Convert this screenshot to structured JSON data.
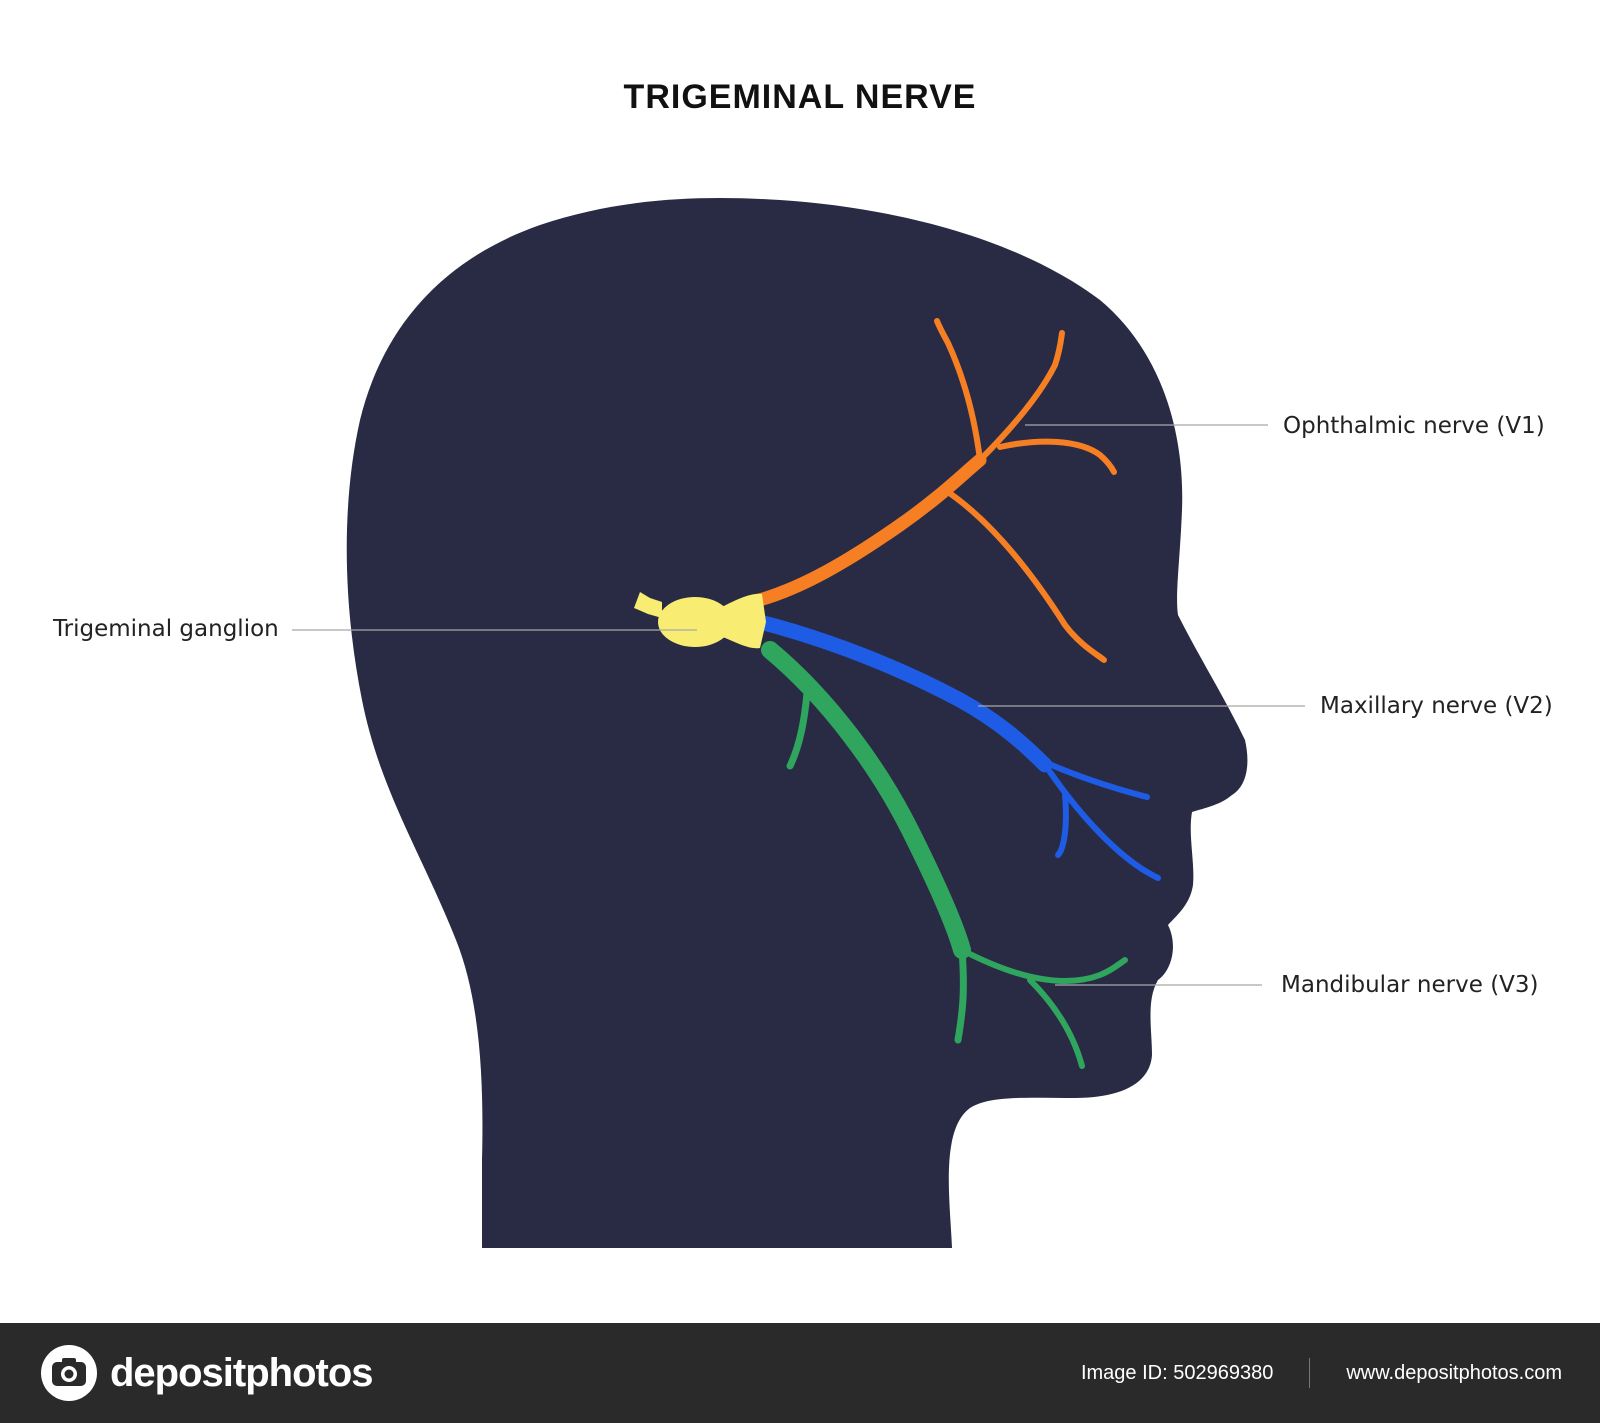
{
  "title": "TRIGEMINAL  NERVE",
  "labels": {
    "ophthalmic": "Ophthalmic nerve (V1)",
    "maxillary": "Maxillary nerve (V2)",
    "mandibular": "Mandibular nerve (V3)",
    "ganglion": "Trigeminal ganglion"
  },
  "footer": {
    "brand": "depositphotos",
    "image_id": "Image ID: 502969380",
    "url": "www.depositphotos.com"
  },
  "colors": {
    "head": "#292b45",
    "ophthalmic": "#f57f22",
    "maxillary": "#1f5ce6",
    "mandibular": "#2fa55d",
    "ganglion": "#f8ec72",
    "footer_bg": "#2a2a2a",
    "leader_line": "#a8a8a8"
  },
  "icons": {
    "brand_logo": "camera-logo-icon"
  }
}
